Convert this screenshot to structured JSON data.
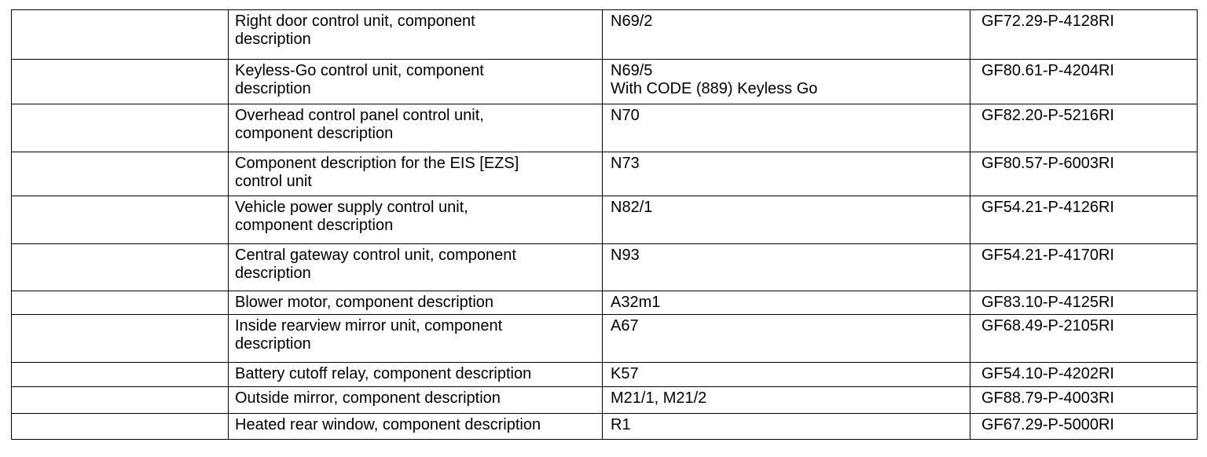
{
  "page": {
    "background_color": "#ffffff",
    "text_color": "#000000",
    "border_color": "#000000"
  },
  "table": {
    "rows": [
      {
        "ref": "",
        "description": "Right door control unit, component\ndescription",
        "code": "N69/2",
        "doc": "GF72.29-P-4128RI"
      },
      {
        "ref": "",
        "description": "Keyless-Go control unit, component\ndescription",
        "code": "N69/5\nWith CODE (889) Keyless Go",
        "doc": "GF80.61-P-4204RI"
      },
      {
        "ref": "",
        "description": "Overhead control panel control unit,\ncomponent description",
        "code": "N70",
        "doc": "GF82.20-P-5216RI"
      },
      {
        "ref": "",
        "description": "Component description for the EIS [EZS]\ncontrol unit",
        "code": "N73",
        "doc": "GF80.57-P-6003RI"
      },
      {
        "ref": "",
        "description": "Vehicle power supply control unit,\ncomponent description",
        "code": "N82/1",
        "doc": "GF54.21-P-4126RI"
      },
      {
        "ref": "",
        "description": "Central gateway control unit, component\ndescription",
        "code": "N93",
        "doc": "GF54.21-P-4170RI"
      },
      {
        "ref": "",
        "description": "Blower motor, component description",
        "code": "A32m1",
        "doc": "GF83.10-P-4125RI"
      },
      {
        "ref": "",
        "description": "Inside rearview mirror unit, component\ndescription",
        "code": "A67",
        "doc": "GF68.49-P-2105RI"
      },
      {
        "ref": "",
        "description": "Battery cutoff relay, component description",
        "code": "K57",
        "doc": "GF54.10-P-4202RI"
      },
      {
        "ref": "",
        "description": "Outside mirror, component description",
        "code": "M21/1, M21/2",
        "doc": "GF88.79-P-4003RI"
      },
      {
        "ref": "",
        "description": "Heated rear window, component description",
        "code": "R1",
        "doc": "GF67.29-P-5000RI"
      }
    ]
  }
}
